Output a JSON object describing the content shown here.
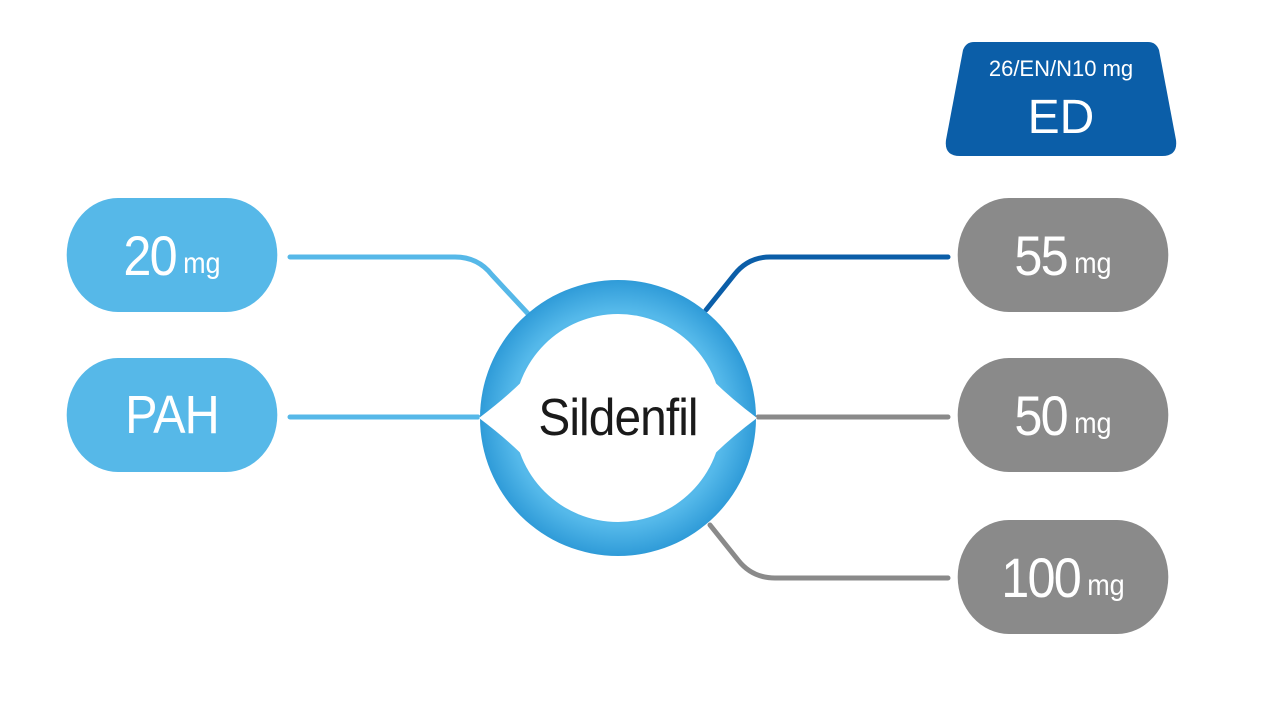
{
  "center": {
    "label": "Sildenfil"
  },
  "left": {
    "dose": {
      "value": "20",
      "unit": "mg"
    },
    "condition": {
      "label": "PAH"
    }
  },
  "right": {
    "badge": {
      "subtitle": "26/EN/N10 mg",
      "title": "ED"
    },
    "doses": [
      {
        "value": "55",
        "unit": "mg"
      },
      {
        "value": "50",
        "unit": "mg"
      },
      {
        "value": "100",
        "unit": "mg"
      }
    ]
  },
  "colors": {
    "light_blue": "#56b8e8",
    "dark_blue": "#0b5ea8",
    "gray": "#8a8a8a",
    "ring_outer": "#3da6df"
  }
}
